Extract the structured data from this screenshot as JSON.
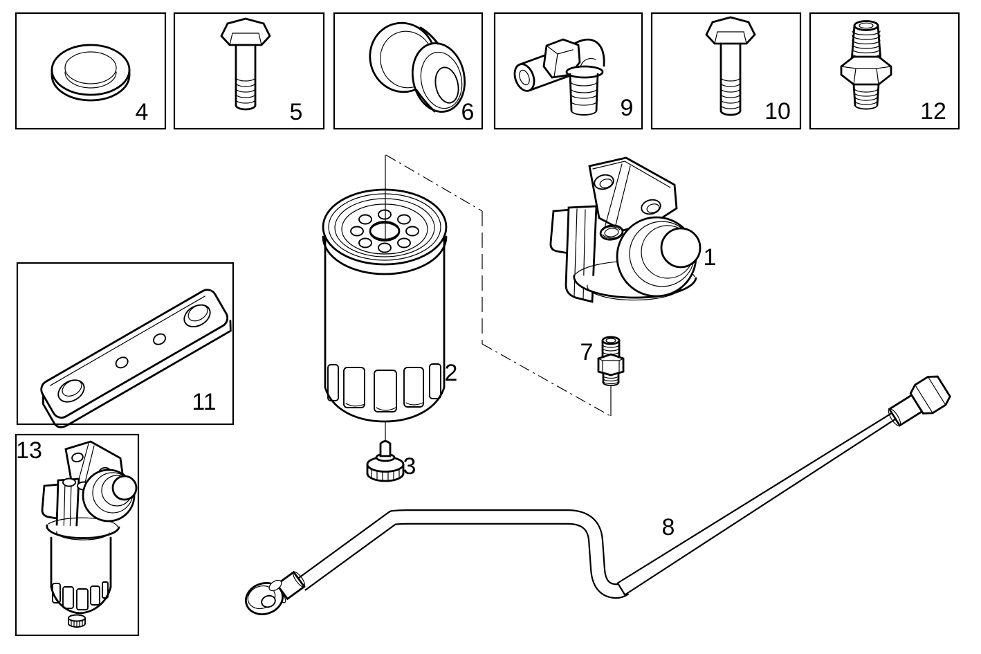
{
  "diagram": {
    "type": "exploded-parts-line-drawing",
    "subject": "fuel filter and fuel delivery line",
    "background_color": "#ffffff",
    "line_color": "#000000",
    "callouts": [
      {
        "label": "1",
        "part": "fuel-filter-head-support",
        "boxed": false
      },
      {
        "label": "2",
        "part": "fuel-filter-cartridge",
        "boxed": false
      },
      {
        "label": "3",
        "part": "drain-valve-knob",
        "boxed": false
      },
      {
        "label": "4",
        "part": "seal-ring",
        "boxed": true
      },
      {
        "label": "5",
        "part": "hex-bolt",
        "boxed": true
      },
      {
        "label": "6",
        "part": "rubber-grommet",
        "boxed": true
      },
      {
        "label": "7",
        "part": "union-nipple",
        "boxed": false
      },
      {
        "label": "8",
        "part": "fuel-delivery-pipe",
        "boxed": false
      },
      {
        "label": "9",
        "part": "elbow-hose-union",
        "boxed": true
      },
      {
        "label": "10",
        "part": "hex-bolt-long",
        "boxed": true
      },
      {
        "label": "11",
        "part": "support-bracket",
        "boxed": true
      },
      {
        "label": "12",
        "part": "threaded-union",
        "boxed": true
      },
      {
        "label": "13",
        "part": "complete-filter-assembly",
        "boxed": true
      }
    ]
  }
}
